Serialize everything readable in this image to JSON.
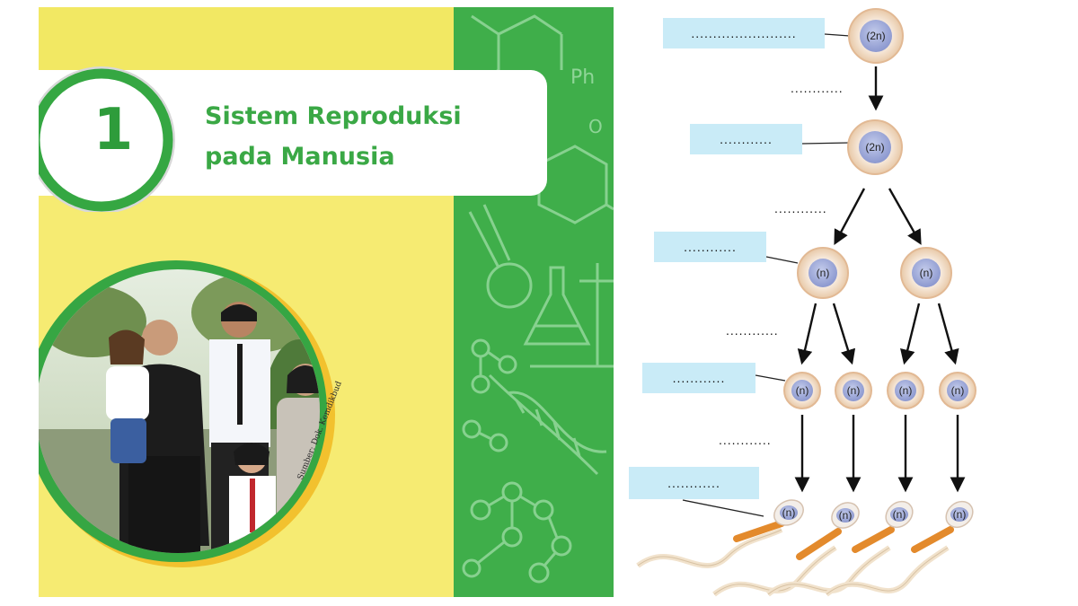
{
  "cover": {
    "chapter_number": "1",
    "title_line1": "Sistem Reproduksi",
    "title_line2": "pada Manusia",
    "photo_credit": "Sumber: Dok. Kemdikbud",
    "deco_text": "Ph",
    "deco_text2": "O",
    "colors": {
      "yellow": "#f6eb72",
      "green": "#3fae4a",
      "white": "#ffffff"
    }
  },
  "diagram": {
    "label_boxes": [
      "........................",
      "............",
      "............",
      "............",
      "............"
    ],
    "stage_labels": [
      "............",
      "............",
      "............",
      "............"
    ],
    "cells": {
      "row1": [
        "(2n)"
      ],
      "row2": [
        "(2n)"
      ],
      "row3": [
        "(n)",
        "(n)"
      ],
      "row4": [
        "(n)",
        "(n)",
        "(n)",
        "(n)"
      ],
      "row5": [
        "(n)",
        "(n)",
        "(n)",
        "(n)"
      ]
    },
    "colors": {
      "label_box": "#c9ebf7",
      "cell_outer": "#f6e3cf",
      "nucleus": "#aab5e0",
      "sperm_midpiece": "#e38a2c"
    }
  }
}
